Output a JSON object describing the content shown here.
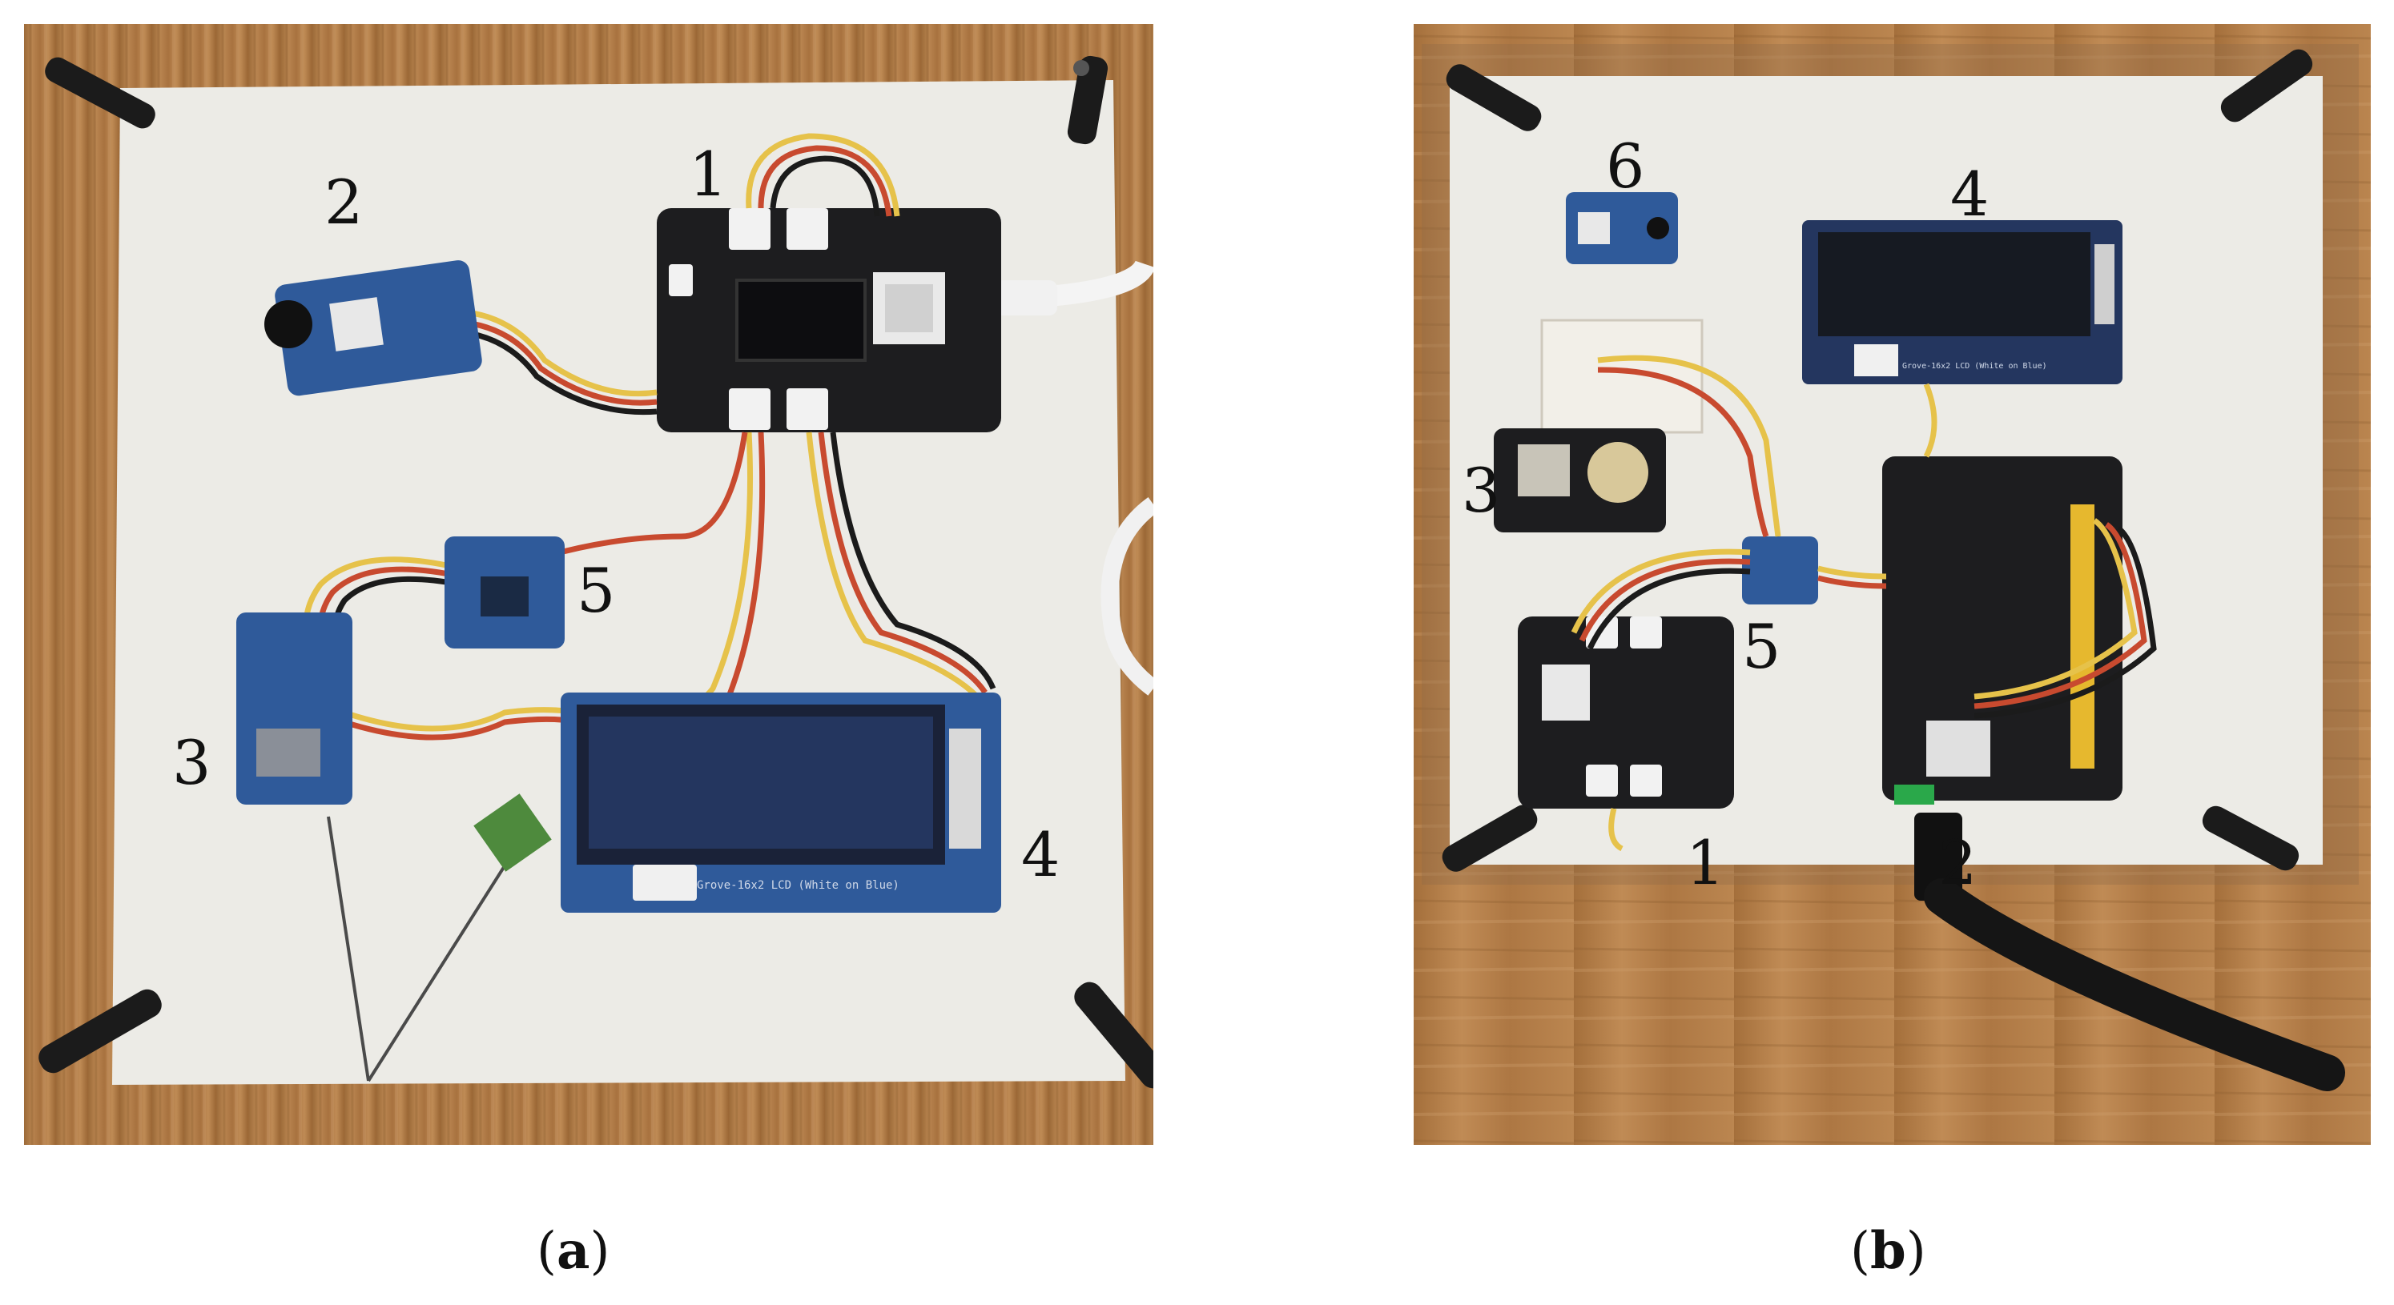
{
  "figure": {
    "panel_a": {
      "caption_open": "(",
      "caption_letter": "a",
      "caption_close": ")",
      "labels": {
        "n1": "1",
        "n2": "2",
        "n3": "3",
        "n4": "4",
        "n5": "5"
      },
      "lcd_text": "Grove-16x2 LCD (White on Blue)"
    },
    "panel_b": {
      "caption_open": "(",
      "caption_letter": "b",
      "caption_close": ")",
      "labels": {
        "n1": "1",
        "n2": "2",
        "n3": "3",
        "n4": "4",
        "n5": "5",
        "n6": "6"
      },
      "lcd_text": "Grove-16x2 LCD (White on Blue)"
    },
    "colors": {
      "wood": "#b07a44",
      "board": "#ecebe6",
      "pcb_blue": "#2f5a9a",
      "pcb_black": "#1d1d1f",
      "lcd_blue": "#24365f"
    }
  }
}
